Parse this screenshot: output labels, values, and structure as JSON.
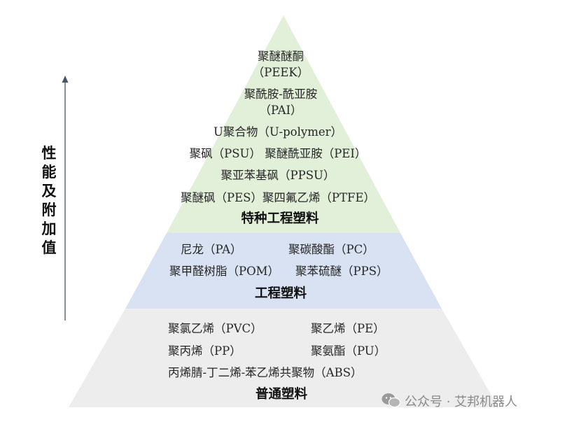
{
  "axis_label": "性能及附加值",
  "tiers": {
    "special": {
      "title": "特种工程塑料",
      "lines": [
        "聚醚醚酮",
        "（PEEK）",
        "聚酰胺-酰亚胺",
        "（PAI）",
        "U聚合物（U-polymer）",
        "聚砜（PSU）  聚醚酰亚胺（PEI）",
        "聚亚苯基砜（PPSU）",
        "聚醚砜（PES）聚四氟乙烯（PTFE）"
      ]
    },
    "engineering": {
      "title": "工程塑料",
      "items": [
        "尼龙（PA）",
        "聚碳酸酯（PC）",
        "聚甲醛树脂（POM）",
        "聚苯硫醚（PPS）"
      ]
    },
    "general": {
      "title": "普通塑料",
      "items": [
        "聚氯乙烯（PVC）",
        "聚乙烯（PE）",
        "聚丙烯（PP）",
        "聚氨酯（PU）"
      ],
      "wide_item": "丙烯腈-丁二烯-苯乙烯共聚物（ABS）"
    }
  },
  "colors": {
    "special_fill": "#e2efd9",
    "engineering_fill": "#d9e2f3",
    "general_fill": "#ededed",
    "axis": "#44546a"
  },
  "watermark": "公众号 · 艾邦机器人"
}
